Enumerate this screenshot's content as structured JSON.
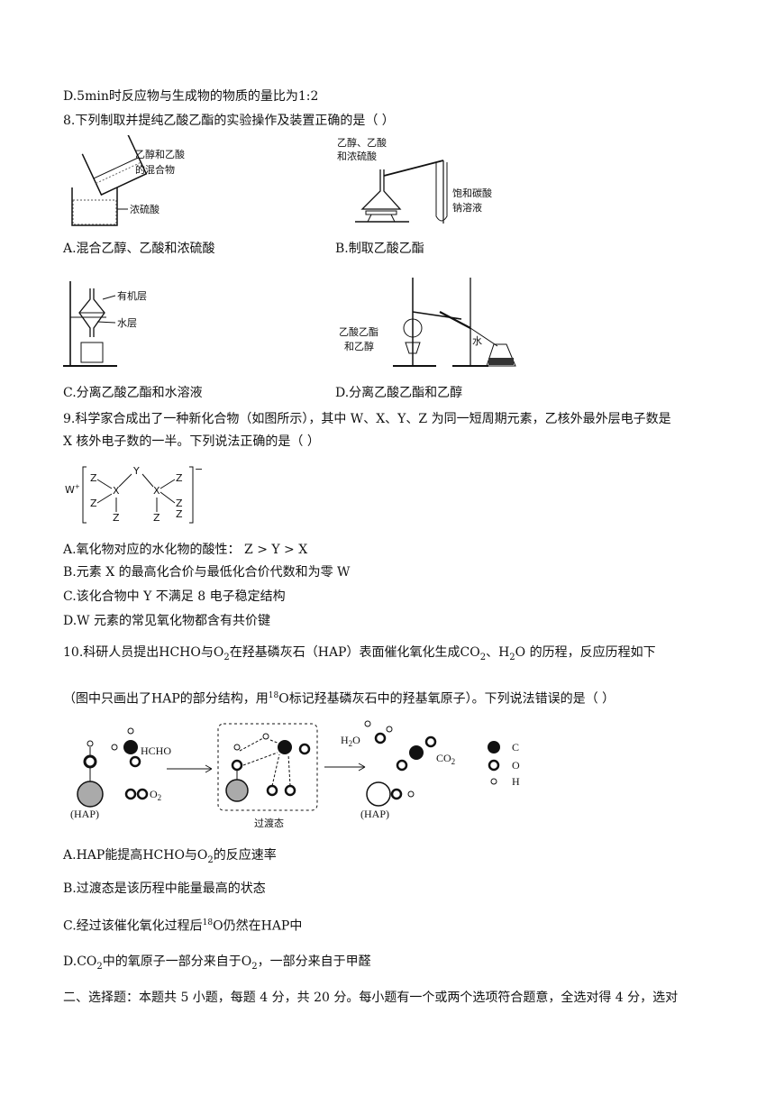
{
  "q7": {
    "option_d": "D.5min时反应物与生成物的物质的量比为1:2"
  },
  "q8": {
    "stem": "8.下列制取并提纯乙酸乙酯的实验操作及装置正确的是（        ）",
    "fig_a": {
      "label1": "乙醇和乙酸",
      "label2": "的混合物",
      "label3": "浓硫酸"
    },
    "fig_b": {
      "label1": "乙醇、乙酸",
      "label2": "和浓硫酸",
      "label3": "饱和碳酸",
      "label4": "钠溶液"
    },
    "fig_c": {
      "label1": "有机层",
      "label2": "水层"
    },
    "fig_d": {
      "label1": "乙酸乙酯",
      "label2": "和乙醇",
      "label3": "水"
    },
    "option_a": "A.混合乙醇、乙酸和浓硫酸",
    "option_b": "B.制取乙酸乙酯",
    "option_c": "C.分离乙酸乙酯和水溶液",
    "option_d": "D.分离乙酸乙酯和乙醇"
  },
  "q9": {
    "stem_line1": "9.科学家合成出了一种新化合物（如图所示），其中 W、X、Y、Z 为同一短周期元素，乙核外最外层电子数是",
    "stem_line2": "X 核外电子数的一半。下列说法正确的是（        ）",
    "structure": {
      "cation": "W",
      "cation_charge": "+",
      "anion_charge": "−",
      "x": "X",
      "y": "Y",
      "z": "Z"
    },
    "option_a": "A.氧化物对应的水化物的酸性： Z > Y > X",
    "option_b": "B.元素 X 的最高化合价与最低化合价代数和为零 W",
    "option_c": "C.该化合物中 Y 不满足 8 电子稳定结构",
    "option_d": "D.W 元素的常见氧化物都含有共价键"
  },
  "q10": {
    "stem_prefix": "10.科研人员提出",
    "stem_hcho": "HCHO",
    "stem_with": "与",
    "stem_o": "O",
    "stem_2a": "2",
    "stem_mid": "在羟基磷灰石（",
    "stem_hap": "HAP",
    "stem_mid2": "）表面催化氧化生成",
    "stem_co": "CO",
    "stem_2b": "2",
    "stem_sep": "、",
    "stem_h": "H",
    "stem_2c": "2",
    "stem_end": "O 的历程，反应历程如下",
    "line2_prefix": "（图中只画出了",
    "line2_hap": "HAP",
    "line2_mid": "的部分结构，用",
    "line2_sup": "18",
    "line2_o": "O",
    "line2_end": "标记羟基磷灰石中的羟基氧原子）。下列说法错误的是（        ）",
    "diagram": {
      "hcho": "HCHO",
      "o2": "O",
      "o2_sub": "2",
      "hap_left": "(HAP)",
      "transition": "过渡态",
      "h2o": "H",
      "h2o_sub": "2",
      "h2o_o": "O",
      "co2": "CO",
      "co2_sub": "2",
      "hap_right": "(HAP)",
      "legend": [
        "C",
        "O",
        "H"
      ]
    },
    "option_a": {
      "pre": "A.",
      "hap": "HAP",
      "t1": "能提高",
      "hcho": "HCHO",
      "t2": "与",
      "o": "O",
      "sub": "2",
      "t3": "的反应速率"
    },
    "option_b": "B.过渡态是该历程中能量最高的状态",
    "option_c": {
      "pre": "C.经过该催化氧化过程后",
      "sup": "18",
      "o": "O",
      "t": "仍然在",
      "hap": "HAP",
      "end": "中"
    },
    "option_d": {
      "pre": "D.",
      "co": "CO",
      "sub": "2",
      "t1": "中的氧原子一部分来自于",
      "o": "O",
      "sub2": "2",
      "t2": "，一部分来自于甲醛"
    }
  },
  "section2": {
    "heading": "二、选择题：本题共 5 小题，每题 4 分，共 20 分。每小题有一个或两个选项符合题意，全选对得 4 分，选对"
  }
}
